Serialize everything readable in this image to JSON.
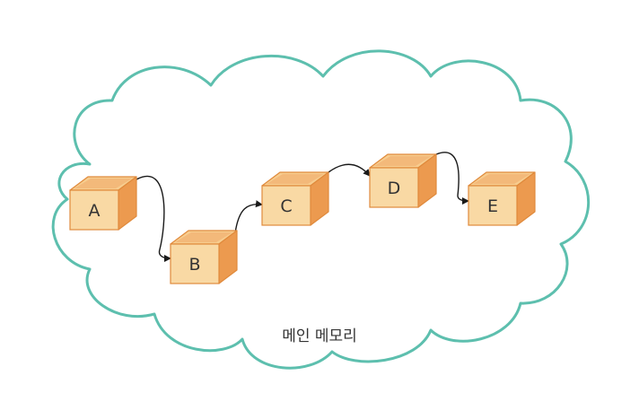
{
  "diagram": {
    "cloud_label": "메인 메모리",
    "nodes": [
      {
        "id": "A",
        "label": "A"
      },
      {
        "id": "B",
        "label": "B"
      },
      {
        "id": "C",
        "label": "C"
      },
      {
        "id": "D",
        "label": "D"
      },
      {
        "id": "E",
        "label": "E"
      }
    ],
    "links": [
      {
        "from": "A",
        "to": "B"
      },
      {
        "from": "B",
        "to": "C"
      },
      {
        "from": "C",
        "to": "D"
      },
      {
        "from": "D",
        "to": "E"
      }
    ],
    "colors": {
      "cloud_stroke": "#5dbfae",
      "box_front": "#f9d9a4",
      "box_top": "#f7cd8f",
      "box_side": "#ec9a4f",
      "box_edge": "#e08a3c",
      "arrow": "#1a1a1a"
    }
  }
}
